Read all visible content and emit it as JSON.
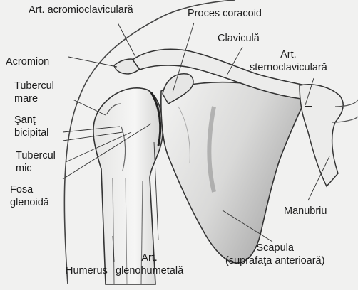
{
  "labels": {
    "art_acromioclaviculara": "Art. acromioclaviculară",
    "proces_coracoid": "Proces coracoid",
    "clavicula": "Claviculă",
    "art_sternoclaviculara": [
      "Art.",
      "sternoclaviculară"
    ],
    "acromion": "Acromion",
    "tubercul_mare": [
      "Tubercul",
      "mare"
    ],
    "sant_bicipital": [
      "Şanţ",
      "bicipital"
    ],
    "tubercul_mic": [
      "Tubercul",
      "mic"
    ],
    "fosa_glenoida": [
      "Fosa",
      "glenoidă"
    ],
    "manubriu": "Manubriu",
    "scapula": [
      "Scapula",
      "(suprafaţa anterioară)"
    ],
    "humerus": "Humerus",
    "art_glenohumetala": [
      "Art.",
      "glenohumetală"
    ]
  },
  "colors": {
    "background": "#f1f1f0",
    "ink": "#1c1c1c",
    "bone_shade": "#bdbdbd"
  }
}
